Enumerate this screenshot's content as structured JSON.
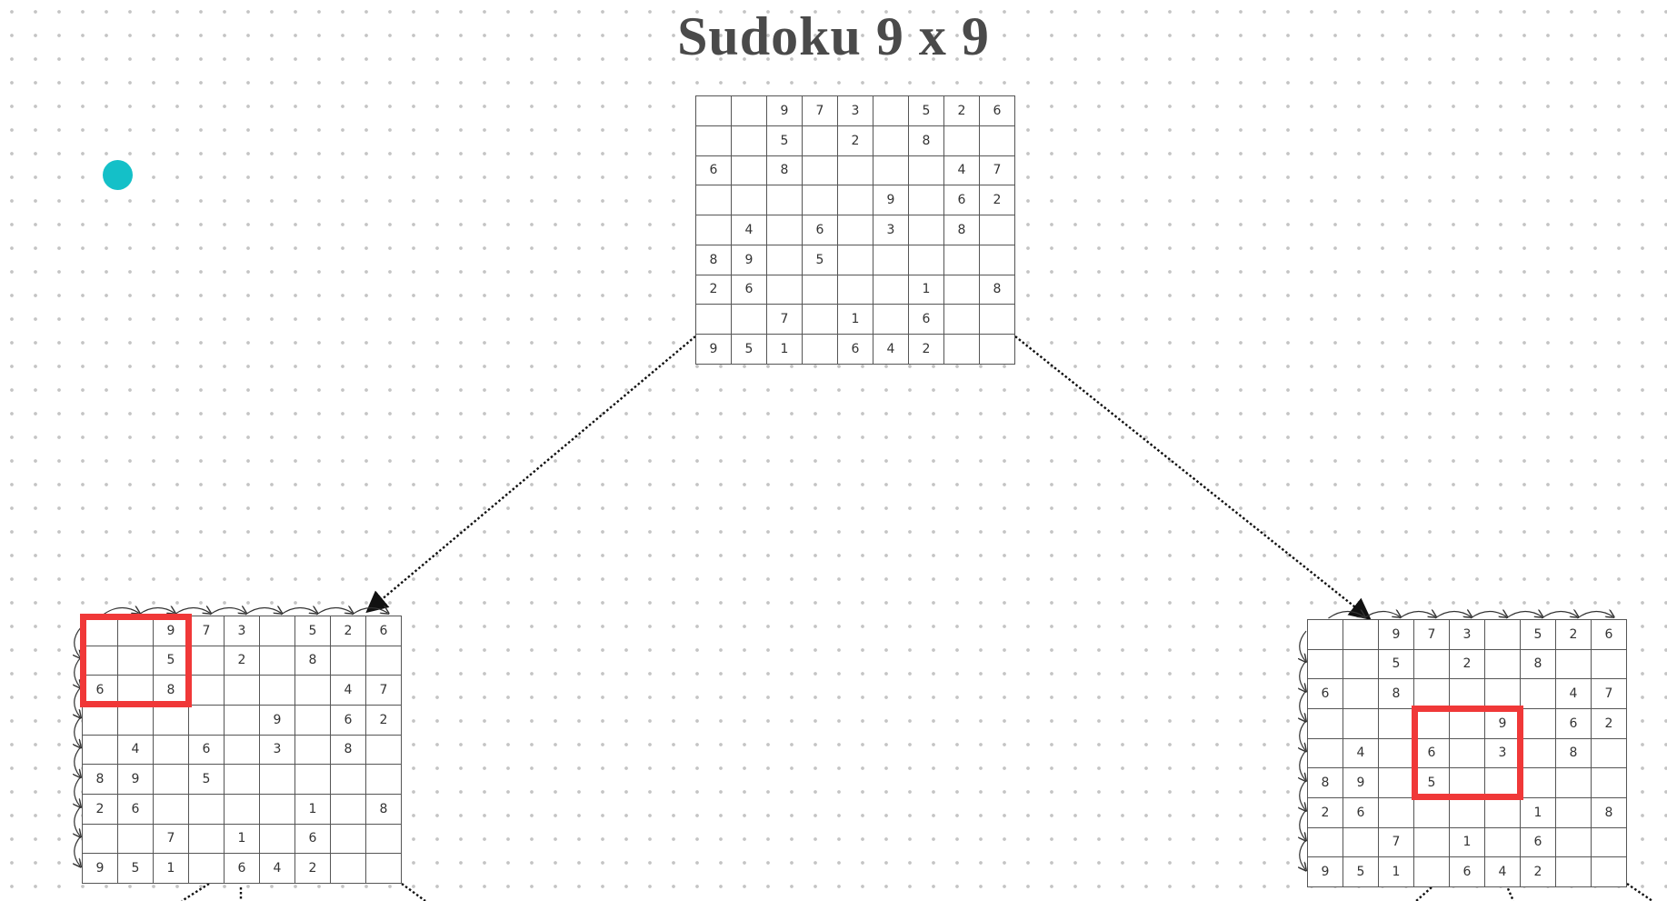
{
  "title": "Sudoku 9 x 9",
  "colors": {
    "marker": "#14c0c8",
    "highlight": "#f03838",
    "grid_line": "#555555",
    "title": "#4a4a4a"
  },
  "boards": {
    "top": {
      "grid": [
        [
          "",
          "",
          "9",
          "7",
          "3",
          "",
          "5",
          "2",
          "6"
        ],
        [
          "",
          "",
          "5",
          "",
          "2",
          "",
          "8",
          "",
          ""
        ],
        [
          "6",
          "",
          "8",
          "",
          "",
          "",
          "",
          "4",
          "7"
        ],
        [
          "",
          "",
          "",
          "",
          "",
          "9",
          "",
          "6",
          "2"
        ],
        [
          "",
          "4",
          "",
          "6",
          "",
          "3",
          "",
          "8",
          ""
        ],
        [
          "8",
          "9",
          "",
          "5",
          "",
          "",
          "",
          "",
          ""
        ],
        [
          "2",
          "6",
          "",
          "",
          "",
          "",
          "1",
          "",
          "8"
        ],
        [
          "",
          "",
          "7",
          "",
          "1",
          "",
          "6",
          "",
          ""
        ],
        [
          "9",
          "5",
          "1",
          "",
          "6",
          "4",
          "2",
          "",
          ""
        ]
      ]
    },
    "left": {
      "grid": [
        [
          "",
          "",
          "9",
          "7",
          "3",
          "",
          "5",
          "2",
          "6"
        ],
        [
          "",
          "",
          "5",
          "",
          "2",
          "",
          "8",
          "",
          ""
        ],
        [
          "6",
          "",
          "8",
          "",
          "",
          "",
          "",
          "4",
          "7"
        ],
        [
          "",
          "",
          "",
          "",
          "",
          "9",
          "",
          "6",
          "2"
        ],
        [
          "",
          "4",
          "",
          "6",
          "",
          "3",
          "",
          "8",
          ""
        ],
        [
          "8",
          "9",
          "",
          "5",
          "",
          "",
          "",
          "",
          ""
        ],
        [
          "2",
          "6",
          "",
          "",
          "",
          "",
          "1",
          "",
          "8"
        ],
        [
          "",
          "",
          "7",
          "",
          "1",
          "",
          "6",
          "",
          ""
        ],
        [
          "9",
          "5",
          "1",
          "",
          "6",
          "4",
          "2",
          "",
          ""
        ]
      ],
      "highlight_box": {
        "row": 0,
        "col": 0
      }
    },
    "right": {
      "grid": [
        [
          "",
          "",
          "9",
          "7",
          "3",
          "",
          "5",
          "2",
          "6"
        ],
        [
          "",
          "",
          "5",
          "",
          "2",
          "",
          "8",
          "",
          ""
        ],
        [
          "6",
          "",
          "8",
          "",
          "",
          "",
          "",
          "4",
          "7"
        ],
        [
          "",
          "",
          "",
          "",
          "",
          "9",
          "",
          "6",
          "2"
        ],
        [
          "",
          "4",
          "",
          "6",
          "",
          "3",
          "",
          "8",
          ""
        ],
        [
          "8",
          "9",
          "",
          "5",
          "",
          "",
          "",
          "",
          ""
        ],
        [
          "2",
          "6",
          "",
          "",
          "",
          "",
          "1",
          "",
          "8"
        ],
        [
          "",
          "",
          "7",
          "",
          "1",
          "",
          "6",
          "",
          ""
        ],
        [
          "9",
          "5",
          "1",
          "",
          "6",
          "4",
          "2",
          "",
          ""
        ]
      ],
      "highlight_box": {
        "row": 1,
        "col": 1
      }
    }
  }
}
